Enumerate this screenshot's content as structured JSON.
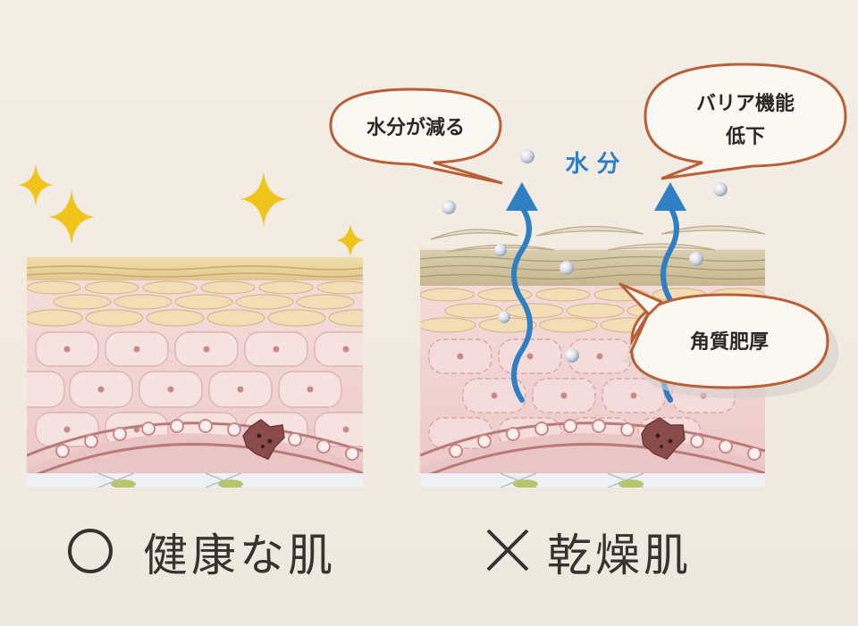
{
  "left_panel": {
    "caption": "健康な肌",
    "marker": "circle-mark"
  },
  "right_panel": {
    "caption": "乾燥肌",
    "marker": "cross-mark",
    "callouts": {
      "water_decrease": "水分が減る",
      "barrier_line1": "バリア機能",
      "barrier_line2": "低下",
      "thick_keratin": "角質肥厚"
    },
    "water_label": "水 分"
  },
  "colors": {
    "background": "#f1ebe2",
    "stratum_corneum": "#e6cf9b",
    "granular_layer": "#f0d9b4",
    "spinous_layer": "#f2d5d4",
    "basal_cells": "#c98a86",
    "blood_vessel": "#d9b0ae",
    "water_arrow": "#2f7fc4",
    "bubble_outline": "#b95f35",
    "sparkle": "#f0c41a"
  },
  "icons": [
    "sparkle-icon",
    "water-droplet-icon",
    "wavy-arrow-icon"
  ]
}
